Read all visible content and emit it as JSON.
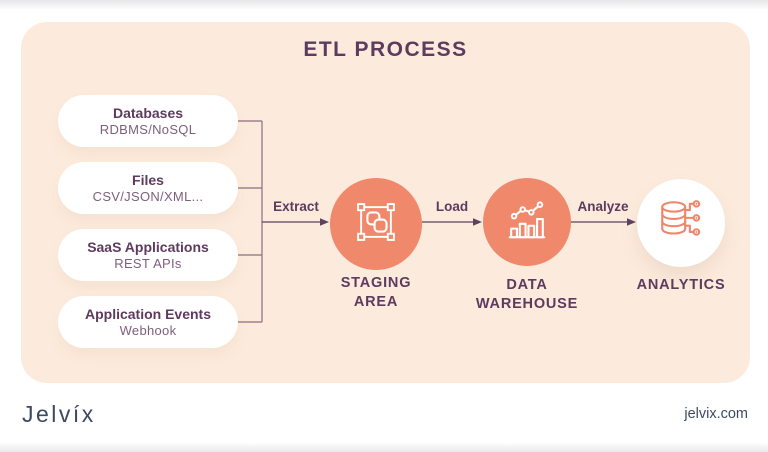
{
  "title": "ETL PROCESS",
  "colors": {
    "card_background": "#FCEBDC",
    "accent_coral": "#F0886B",
    "heading_purple": "#5D3A5E",
    "subtitle_purple": "#7D5F7D",
    "connector_line": "#7A5870",
    "footer_text": "#3D4961",
    "node_white": "#FFFFFF"
  },
  "sources": [
    {
      "title": "Databases",
      "subtitle": "RDBMS/NoSQL"
    },
    {
      "title": "Files",
      "subtitle": "CSV/JSON/XML..."
    },
    {
      "title": "SaaS Applications",
      "subtitle": "REST APIs"
    },
    {
      "title": "Application Events",
      "subtitle": "Webhook"
    }
  ],
  "flow": {
    "extract_label": "Extract",
    "load_label": "Load",
    "analyze_label": "Analyze"
  },
  "stages": [
    {
      "icon": "selection-frame-icon",
      "label_line1": "STAGING",
      "label_line2": "AREA"
    },
    {
      "icon": "bar-chart-icon",
      "label_line1": "DATA",
      "label_line2": "WAREHOUSE"
    },
    {
      "icon": "database-nodes-icon",
      "label_line1": "ANALYTICS",
      "label_line2": ""
    }
  ],
  "footer": {
    "logo": "Jelvíx",
    "site": "jelvix.com"
  }
}
